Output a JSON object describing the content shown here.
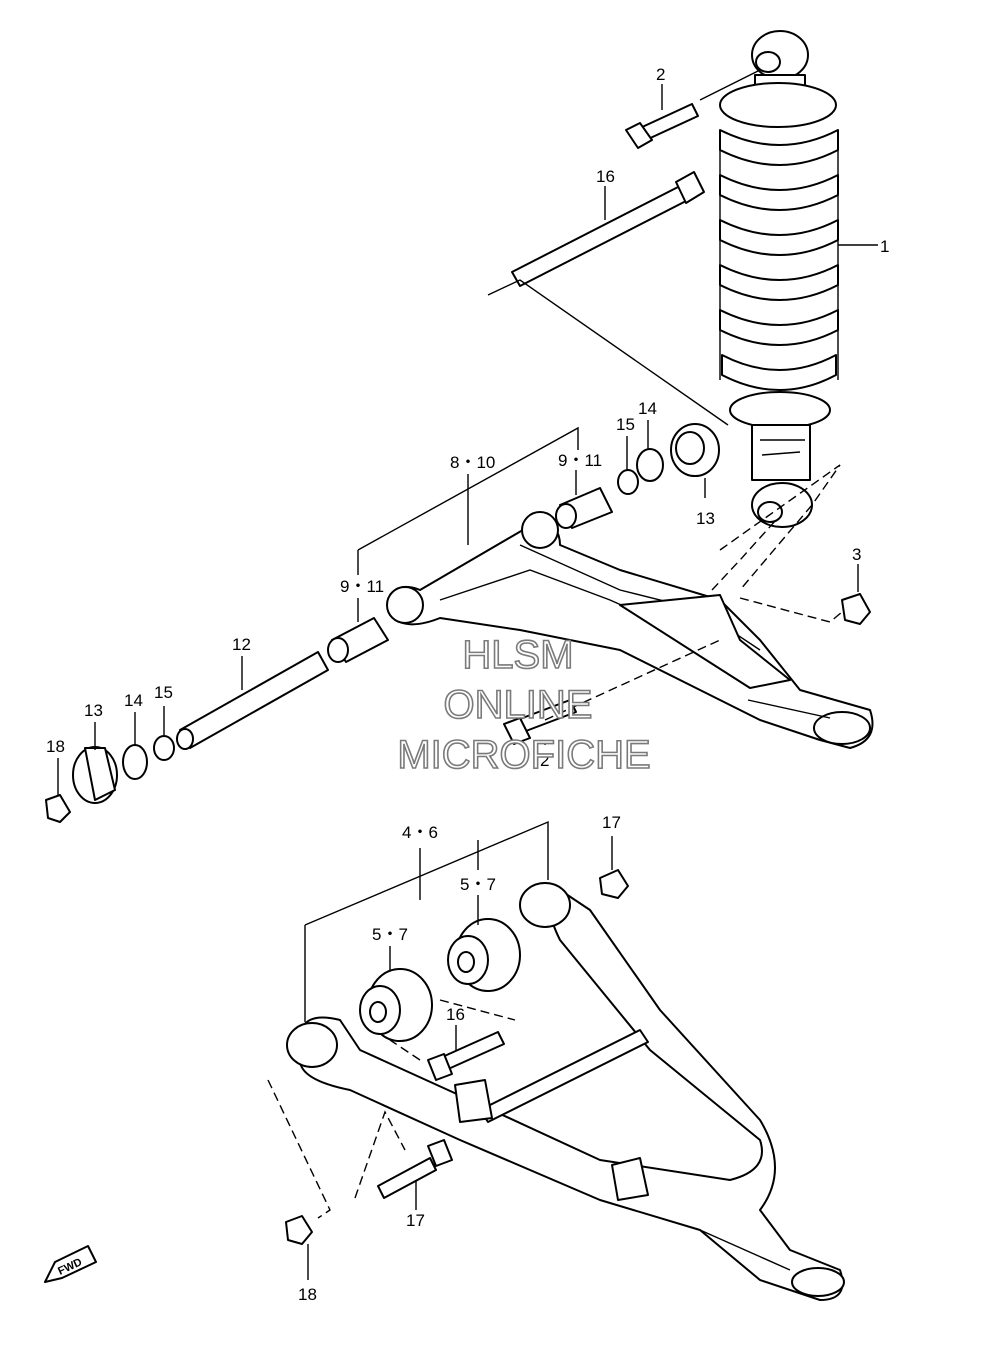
{
  "callouts": [
    {
      "id": "c1",
      "text": "1"
    },
    {
      "id": "c2a",
      "text": "2"
    },
    {
      "id": "c2b",
      "text": "2"
    },
    {
      "id": "c3",
      "text": "3"
    },
    {
      "id": "c4_6",
      "text": "4・6"
    },
    {
      "id": "c5_7a",
      "text": "5・7"
    },
    {
      "id": "c5_7b",
      "text": "5・7"
    },
    {
      "id": "c8_10",
      "text": "8・10"
    },
    {
      "id": "c9_11a",
      "text": "9・11"
    },
    {
      "id": "c9_11b",
      "text": "9・11"
    },
    {
      "id": "c12",
      "text": "12"
    },
    {
      "id": "c13a",
      "text": "13"
    },
    {
      "id": "c13b",
      "text": "13"
    },
    {
      "id": "c14a",
      "text": "14"
    },
    {
      "id": "c14b",
      "text": "14"
    },
    {
      "id": "c15a",
      "text": "15"
    },
    {
      "id": "c15b",
      "text": "15"
    },
    {
      "id": "c16a",
      "text": "16"
    },
    {
      "id": "c16b",
      "text": "16"
    },
    {
      "id": "c17a",
      "text": "17"
    },
    {
      "id": "c17b",
      "text": "17"
    },
    {
      "id": "c18a",
      "text": "18"
    },
    {
      "id": "c18b",
      "text": "18"
    }
  ],
  "watermark": {
    "line1": "HLSM",
    "line2": "ONLINE",
    "line3": "MICROFICHE"
  },
  "fwd_label": "FWD",
  "colors": {
    "ink": "#000000",
    "watermark": "#7a7a7a",
    "background": "#ffffff"
  }
}
